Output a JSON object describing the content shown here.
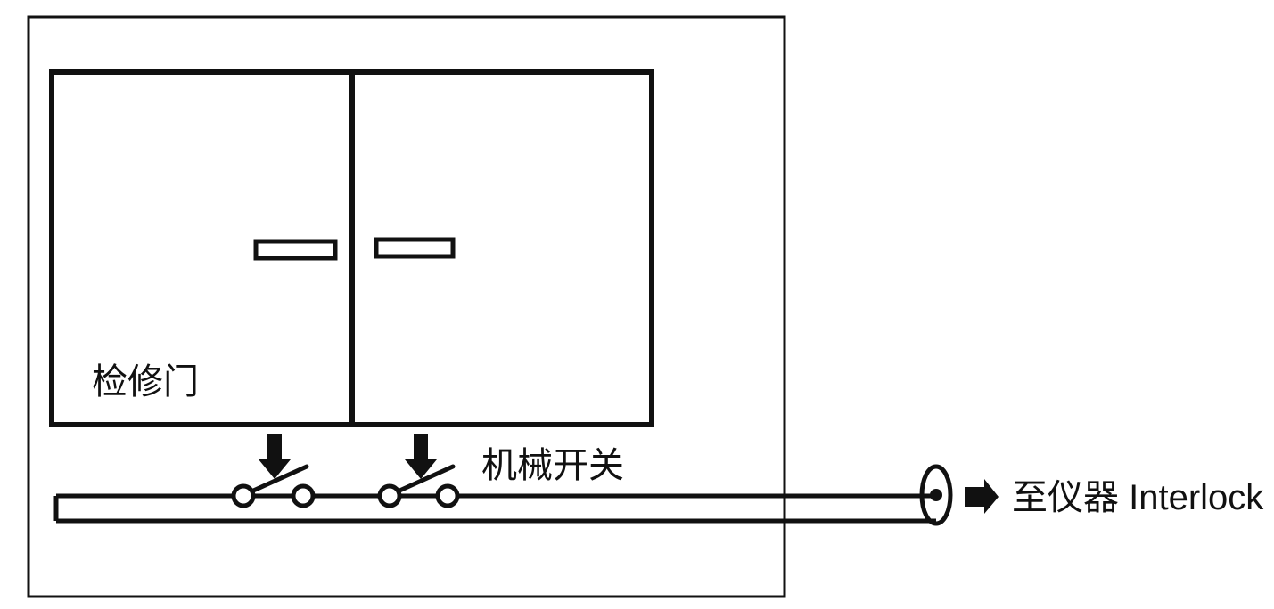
{
  "diagram": {
    "title_text_present": false,
    "colors": {
      "ink": "#111111",
      "background": "#ffffff"
    },
    "enclosure": {
      "name": "equipment-enclosure-outline"
    },
    "door": {
      "label": "检修门",
      "panels": [
        {
          "name": "left-door-panel"
        },
        {
          "name": "right-door-panel"
        }
      ],
      "handles": [
        {
          "name": "left-door-handle"
        },
        {
          "name": "right-door-handle"
        }
      ]
    },
    "switch": {
      "label": "机械开关",
      "count": 2,
      "state": "open",
      "contacts": [
        {
          "name": "switch-1-left-contact"
        },
        {
          "name": "switch-1-right-contact"
        },
        {
          "name": "switch-2-left-contact"
        },
        {
          "name": "switch-2-right-contact"
        }
      ],
      "actuator_arrows": [
        {
          "name": "switch-1-actuator-arrow",
          "direction": "down"
        },
        {
          "name": "switch-2-actuator-arrow",
          "direction": "down"
        }
      ]
    },
    "wiring": {
      "name": "interlock-loop-wire",
      "terminal": {
        "name": "interlock-terminal-connector"
      }
    },
    "output": {
      "arrow": "→",
      "label": "至仪器 Interlock"
    }
  }
}
